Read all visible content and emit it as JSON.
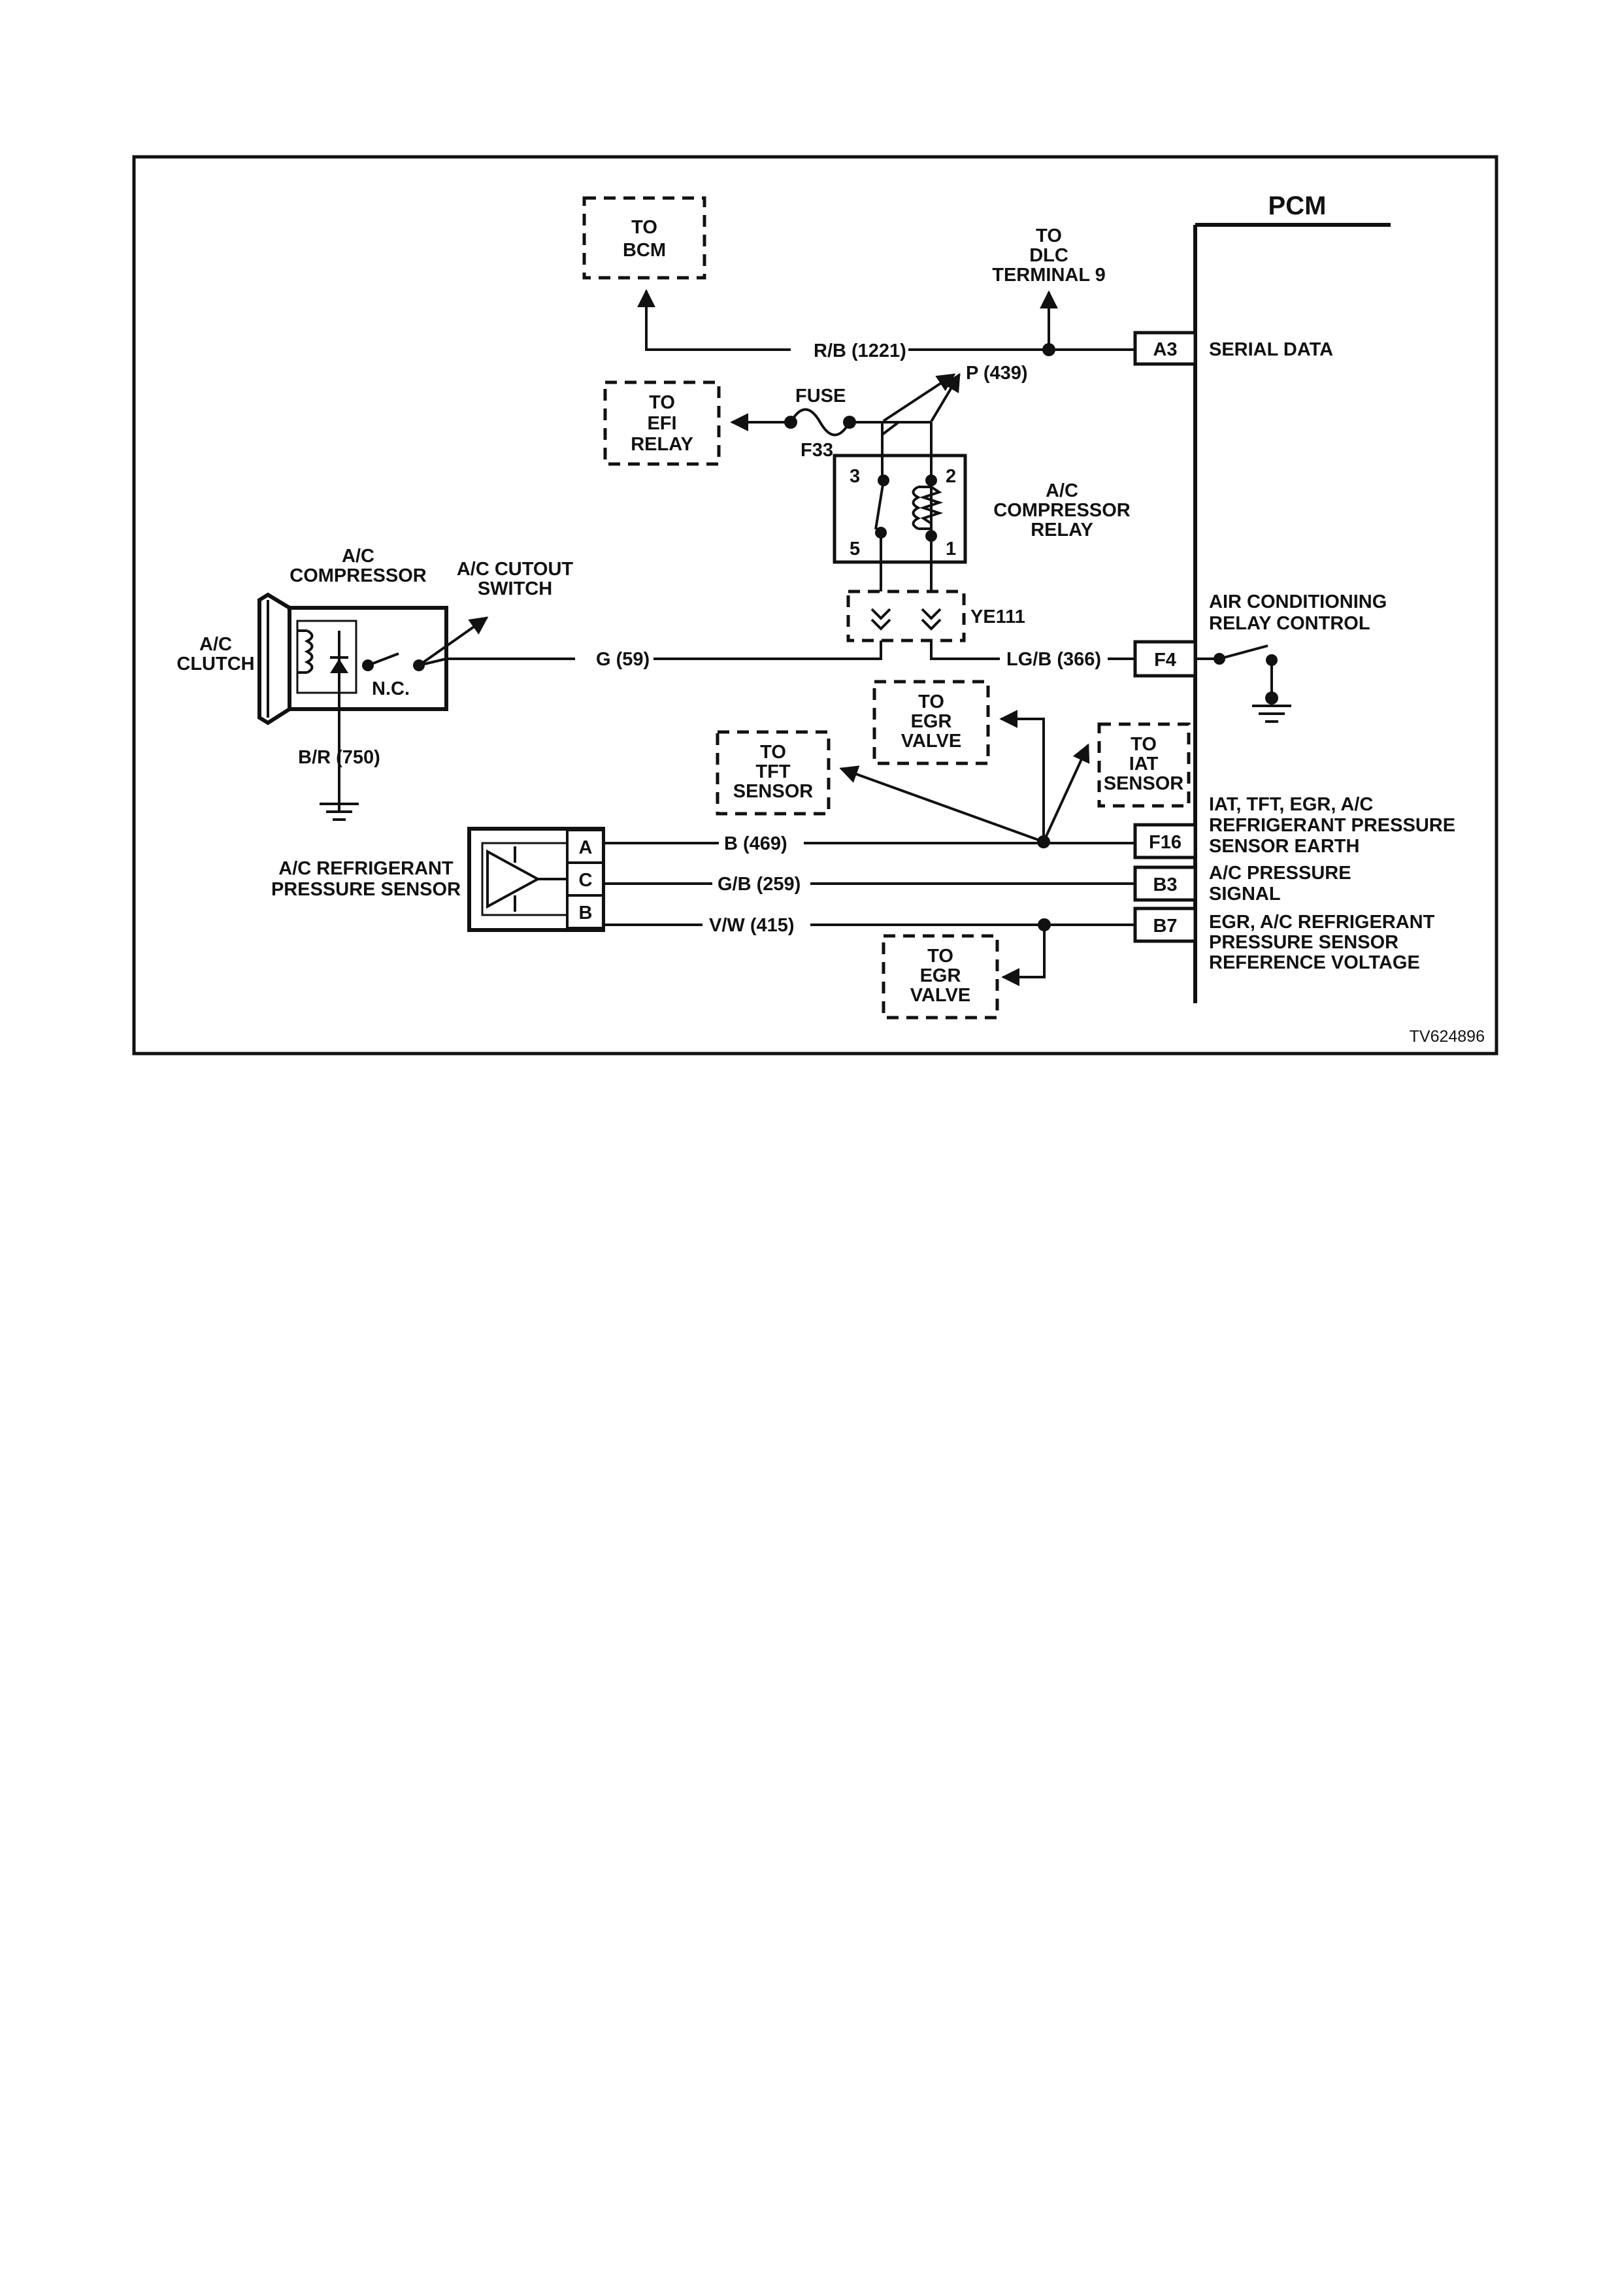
{
  "pcm": {
    "title": "PCM"
  },
  "ext": {
    "bcm": [
      "TO",
      "BCM"
    ],
    "dlc": [
      "TO",
      "DLC",
      "TERMINAL 9"
    ],
    "efi": [
      "TO",
      "EFI",
      "RELAY"
    ],
    "egr_top": [
      "TO",
      "EGR",
      "VALVE"
    ],
    "tft": [
      "TO",
      "TFT",
      "SENSOR"
    ],
    "iat": [
      "TO",
      "IAT",
      "SENSOR"
    ],
    "egr_bottom": [
      "TO",
      "EGR",
      "VALVE"
    ]
  },
  "pins": {
    "a3": "A3",
    "f4": "F4",
    "f16": "F16",
    "b3": "B3",
    "b7": "B7"
  },
  "pin_functions": {
    "a3": [
      "SERIAL DATA"
    ],
    "f4": [
      "AIR CONDITIONING",
      "RELAY CONTROL"
    ],
    "f16": [
      "IAT, TFT, EGR, A/C",
      "REFRIGERANT PRESSURE",
      "SENSOR EARTH"
    ],
    "b3": [
      "A/C PRESSURE",
      "SIGNAL"
    ],
    "b7": [
      "EGR, A/C REFRIGERANT",
      "PRESSURE SENSOR",
      "REFERENCE  VOLTAGE"
    ]
  },
  "wires": {
    "rb": "R/B (1221)",
    "p": "P (439)",
    "g": "G (59)",
    "lgb": "LG/B (366)",
    "br": "B/R (750)",
    "b469": "B (469)",
    "gb": "G/B (259)",
    "vw": "V/W (415)"
  },
  "fuse": {
    "label": "FUSE",
    "id": "F33"
  },
  "relay": {
    "name": [
      "A/C",
      "COMPRESSOR",
      "RELAY"
    ],
    "pins": {
      "p3": "3",
      "p2": "2",
      "p5": "5",
      "p1": "1"
    }
  },
  "connector": {
    "id": "YE111"
  },
  "compressor": {
    "name": [
      "A/C",
      "COMPRESSOR"
    ],
    "clutch": [
      "A/C",
      "CLUTCH"
    ],
    "switch": [
      "A/C CUTOUT",
      "SWITCH"
    ],
    "nc": "N.C."
  },
  "sensor": {
    "name": [
      "A/C REFRIGERANT",
      "PRESSURE SENSOR"
    ],
    "pins": [
      "A",
      "C",
      "B"
    ]
  },
  "figure_id": "TV624896"
}
